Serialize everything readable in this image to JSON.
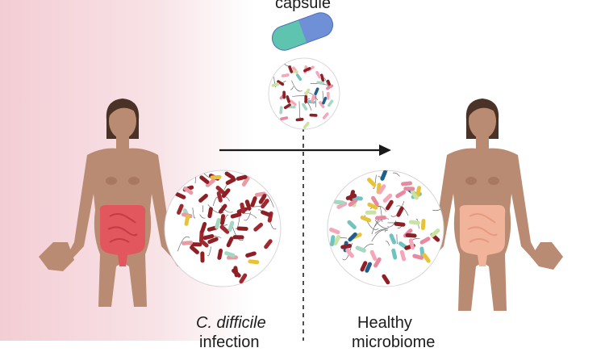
{
  "labels": {
    "capsule": "capsule",
    "cdiff_line1": "C. difficile",
    "cdiff_line2": "infection",
    "healthy_line1": "Healthy",
    "healthy_line2": "microbiome"
  },
  "colors": {
    "skin": "#b98b72",
    "hair": "#4a3227",
    "infection_tint": "#f3cdd4",
    "inflamed_gut": "#e2575e",
    "healthy_gut": "#f1b39a",
    "pathogen_bacteria": "#8e1f25",
    "capsule_blue": "#6f8fd6",
    "capsule_teal": "#5ec4b0",
    "arrow": "#1a1a1a"
  },
  "icons": [
    "capsule-icon",
    "woman-figure-icon",
    "bacteria-circle-icon",
    "intestine-icon",
    "arrow-right-icon"
  ]
}
